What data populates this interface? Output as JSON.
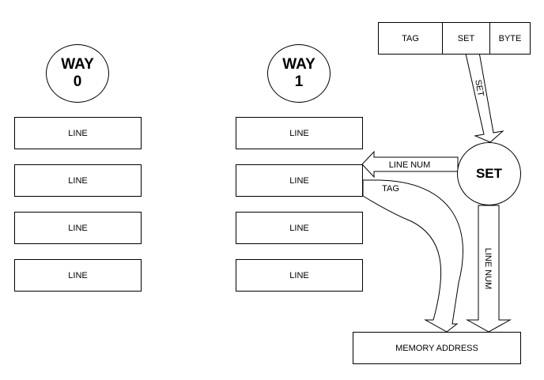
{
  "ways": [
    {
      "title_line1": "WAY",
      "title_line2": "0",
      "lines": [
        "LINE",
        "LINE",
        "LINE",
        "LINE"
      ]
    },
    {
      "title_line1": "WAY",
      "title_line2": "1",
      "lines": [
        "LINE",
        "LINE",
        "LINE",
        "LINE"
      ]
    }
  ],
  "address_fields": {
    "tag": "TAG",
    "set": "SET",
    "byte": "BYTE"
  },
  "set_node": "SET",
  "arrows": {
    "set_down": "SET",
    "line_num_left": "LINE NUM",
    "tag_curve": "TAG",
    "line_num_down": "LINE NUM"
  },
  "memory_address": "MEMORY ADDRESS"
}
